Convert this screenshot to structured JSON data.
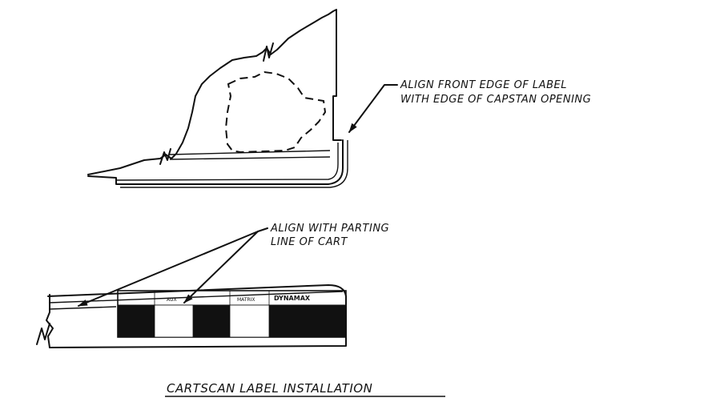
{
  "callouts": {
    "capstan_line1": "ALIGN FRONT EDGE OF LABEL",
    "capstan_line2": "WITH EDGE OF CAPSTAN OPENING",
    "parting_line1": "ALIGN WITH PARTING",
    "parting_line2": "LINE OF CART"
  },
  "label_strip": {
    "aux": "AUX",
    "matrix": "MATRIX",
    "brand": "DYNAMAX"
  },
  "caption": "CARTSCAN LABEL INSTALLATION"
}
